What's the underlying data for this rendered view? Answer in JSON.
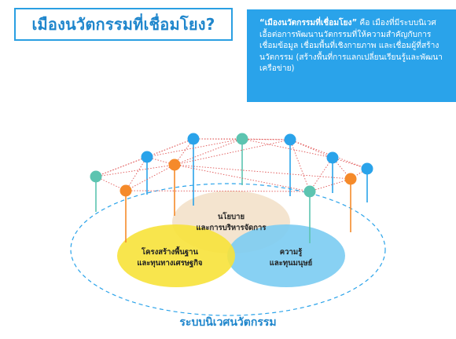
{
  "title": "เมืองนวัตกรรมที่เชื่อมโยง?",
  "description": {
    "highlight": "“เมืองนวัตกรรมที่เชื่อมโยง”",
    "body": " คือ เมืองที่มีระบบนิเวศเอื้อต่อการพัฒนานวัตกรรมที่ให้ความสำคัญกับการเชื่อมข้อมูล เชื่อมพื้นที่เชิงกายภาพ และเชื่อมผู้ที่สร้างนวัตกรรม (สร้างพื้นที่การแลกเปลี่ยนเรียนรู้และพัฒนาเครือข่าย)"
  },
  "ellipses": {
    "top": {
      "line1": "นโยบาย",
      "line2": "และการบริหารจัดการ",
      "color": "#f3e3cc"
    },
    "left": {
      "line1": "โครงสร้างพื้นฐาน",
      "line2": "และทุนทางเศรษฐกิจ",
      "color": "#f7e23a"
    },
    "right": {
      "line1": "ความรู้",
      "line2": "และทุนมนุษย์",
      "color": "#7ecdf2"
    }
  },
  "footer": "ระบบนิเวศนวัตกรรม",
  "colors": {
    "blue": "#2aa3ea",
    "orange": "#f58a2a",
    "teal": "#5cc4b0",
    "dot_red": "#e05555"
  }
}
